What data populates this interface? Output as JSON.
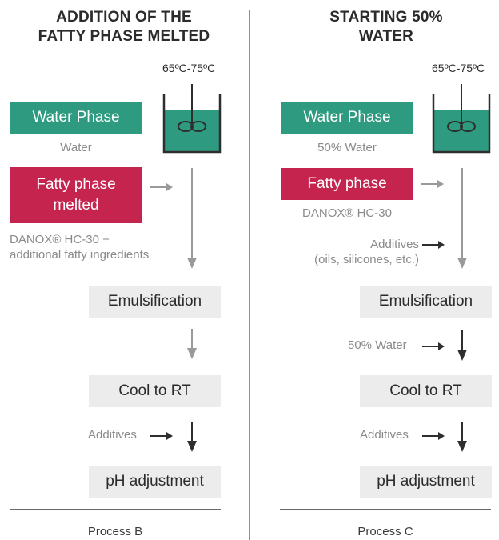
{
  "process_b": {
    "title": "ADDITION OF THE\nFATTY PHASE MELTED",
    "temperature": "65ºC-75ºC",
    "water_phase_label": "Water Phase",
    "water_phase_sub": "Water",
    "fatty_phase_label": "Fatty phase\nmelted",
    "fatty_note": "DANOX® HC-30 +\nadditional fatty ingredients",
    "steps": [
      "Emulsification",
      "Cool to RT",
      "pH adjustment"
    ],
    "additives_label": "Additives",
    "caption": "Process B"
  },
  "process_c": {
    "title": "STARTING 50%\nWATER",
    "temperature": "65ºC-75ºC",
    "water_phase_label": "Water Phase",
    "water_phase_sub": "50% Water",
    "fatty_phase_label": "Fatty phase",
    "fatty_sub": "DANOX® HC-30",
    "additives_oils_label": "Additives\n(oils, silicones, etc.)",
    "water_addition_label": "50% Water",
    "steps": [
      "Emulsification",
      "Cool to RT",
      "pH adjustment"
    ],
    "additives_label": "Additives",
    "caption": "Process C"
  },
  "colors": {
    "water_phase": "#2e9b80",
    "fatty_phase": "#c4244e",
    "step_box": "#ececec",
    "arrow": "#9a9a9a"
  },
  "icons": {
    "tank": "mixing-tank-icon",
    "arrow": "arrow-icon"
  }
}
